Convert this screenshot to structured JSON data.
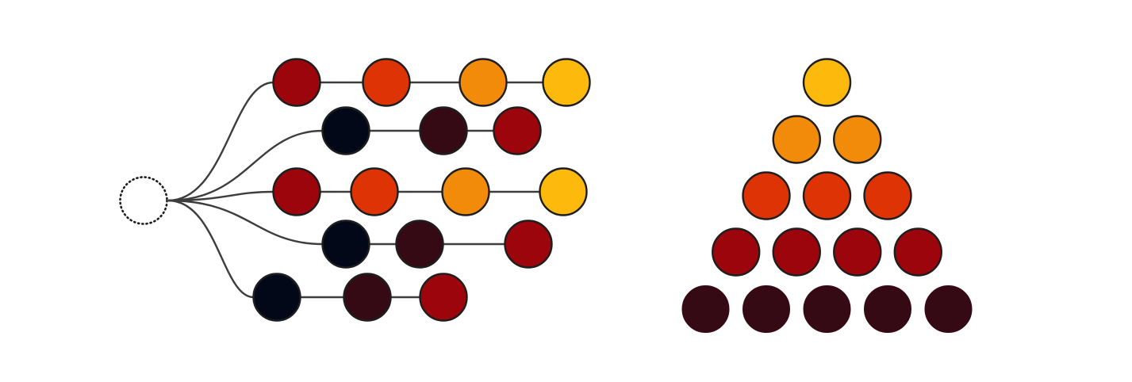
{
  "palette": {
    "navy": "#020817",
    "maroon": "#360a15",
    "crimson": "#9c050b",
    "red_orange": "#dd3305",
    "orange": "#f28b0a",
    "amber": "#fdb90c",
    "stroke": "#1e1e1e",
    "connector": "#3d3d3d",
    "origin_dots": "#1e1e1e"
  },
  "sequence_diagram": {
    "origin": "empty-dotted-circle",
    "branches": [
      {
        "nodes": [
          "crimson",
          "red_orange",
          "orange",
          "amber"
        ]
      },
      {
        "nodes": [
          "navy",
          "maroon",
          "crimson"
        ]
      },
      {
        "nodes": [
          "crimson",
          "red_orange",
          "orange",
          "amber"
        ]
      },
      {
        "nodes": [
          "navy",
          "maroon",
          "crimson"
        ]
      },
      {
        "nodes": [
          "navy",
          "maroon",
          "crimson"
        ]
      }
    ]
  },
  "pyramid_diagram": {
    "rows": [
      {
        "color": "amber",
        "count": 1
      },
      {
        "color": "orange",
        "count": 2
      },
      {
        "color": "red_orange",
        "count": 3
      },
      {
        "color": "crimson",
        "count": 4
      },
      {
        "color": "maroon",
        "count": 5
      }
    ]
  }
}
